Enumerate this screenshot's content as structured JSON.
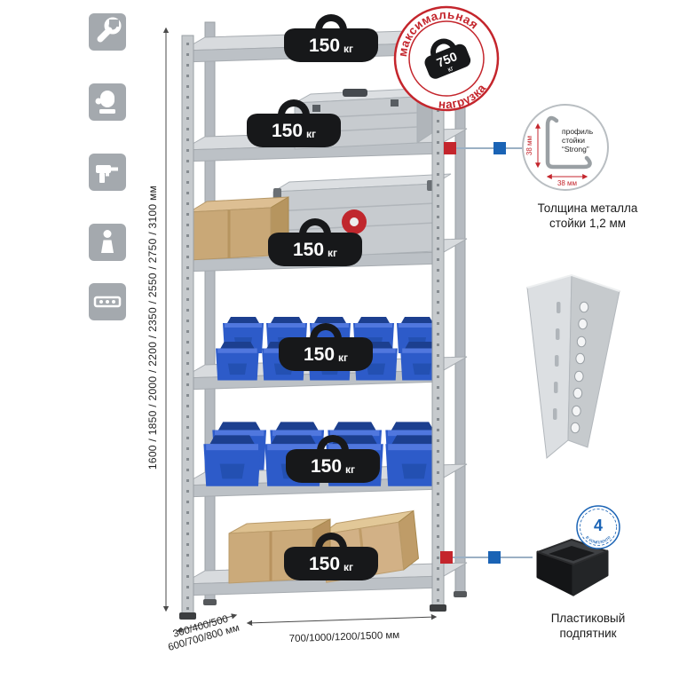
{
  "colors": {
    "accent_red": "#c4252c",
    "accent_blue": "#1a63b5",
    "bin_blue": "#2d5bc9",
    "metal_gray": "#c6cacd"
  },
  "sidebar_icons": [
    {
      "name": "wrench-icon"
    },
    {
      "name": "glove-icon"
    },
    {
      "name": "drill-icon"
    },
    {
      "name": "person-icon"
    },
    {
      "name": "level-icon"
    }
  ],
  "dimensions": {
    "height": "1600 / 1850 / 2000 / 2200 / 2350 / 2550 / 2750 / 3100 мм",
    "depth_line1": "300/400/500",
    "depth_line2": "600/700/800 мм",
    "width": "700/1000/1200/1500 мм"
  },
  "rack": {
    "shelves": [
      {
        "load_value": "150",
        "load_unit": "кг"
      },
      {
        "load_value": "150",
        "load_unit": "кг"
      },
      {
        "load_value": "150",
        "load_unit": "кг"
      },
      {
        "load_value": "150",
        "load_unit": "кг"
      },
      {
        "load_value": "150",
        "load_unit": "кг"
      },
      {
        "load_value": "150",
        "load_unit": "кг"
      }
    ]
  },
  "max_load_stamp": {
    "arc_top": "максимальная",
    "arc_bottom": "нагрузка",
    "value": "750",
    "unit": "кг"
  },
  "profile_detail": {
    "title_line1": "профиль",
    "title_line2": "стойки",
    "title_line3": "“Strong”",
    "dim_v": "38 мм",
    "dim_h": "38 мм",
    "caption_line1": "Толщина металла",
    "caption_line2": "стойки 1,2 мм"
  },
  "foot_detail": {
    "badge_value": "4",
    "badge_text": "в комплекте",
    "caption_line1": "Пластиковый",
    "caption_line2": "подпятник"
  }
}
